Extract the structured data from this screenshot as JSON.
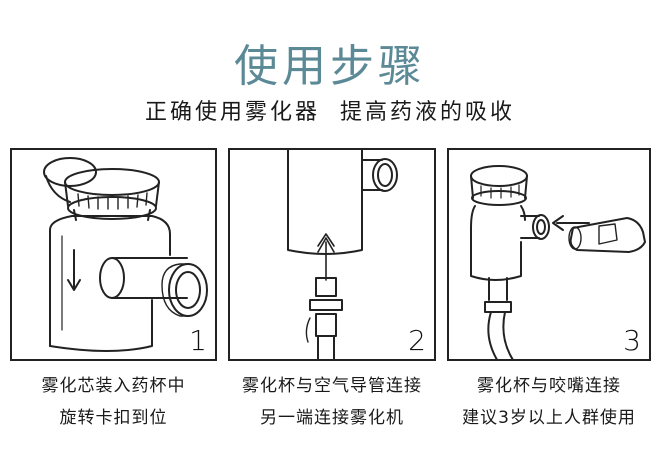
{
  "header": {
    "title": "使用步骤",
    "subtitle": "正确使用雾化器  提高药液的吸收"
  },
  "steps": [
    {
      "number": "1",
      "line1": "雾化芯装入药杯中",
      "line2": "旋转卡扣到位"
    },
    {
      "number": "2",
      "line1": "雾化杯与空气导管连接",
      "line2": "另一端连接雾化机"
    },
    {
      "number": "3",
      "line1": "雾化杯与咬嘴连接",
      "line2": "建议3岁以上人群使用"
    }
  ],
  "colors": {
    "title": "#5b8a96",
    "line": "#222222",
    "highlight": "#e9edf0"
  }
}
